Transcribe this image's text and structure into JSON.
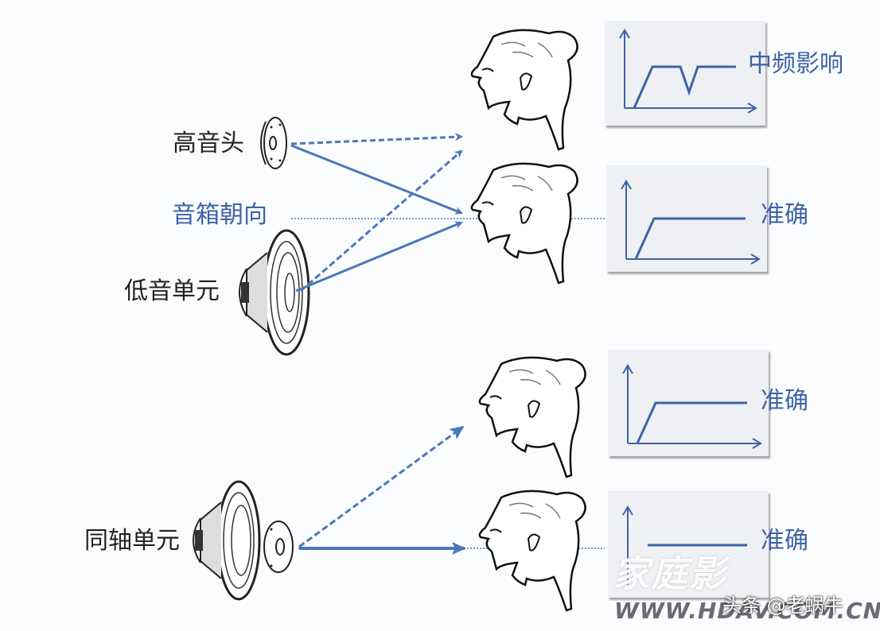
{
  "diagram": {
    "top_section": {
      "labels": {
        "tweeter": "高音头",
        "speaker_axis": "音箱朝向",
        "woofer": "低音单元"
      },
      "results": [
        {
          "label": "中频影响",
          "curve": "dip"
        },
        {
          "label": "准确",
          "curve": "flat"
        }
      ]
    },
    "bottom_section": {
      "labels": {
        "coaxial": "同轴单元"
      },
      "results": [
        {
          "label": "准确",
          "curve": "flat"
        },
        {
          "label": "准确",
          "curve": "flat"
        }
      ]
    },
    "colors": {
      "arrow": "#4a78b8",
      "label_blue": "#3d63a6",
      "graph_bg": "#eef0f3",
      "text": "#222222"
    }
  },
  "watermark": {
    "site_cn": "家庭影",
    "site_url": "WWW.HDAV.COM.CN",
    "credit": "头条 @老蜗牛"
  }
}
